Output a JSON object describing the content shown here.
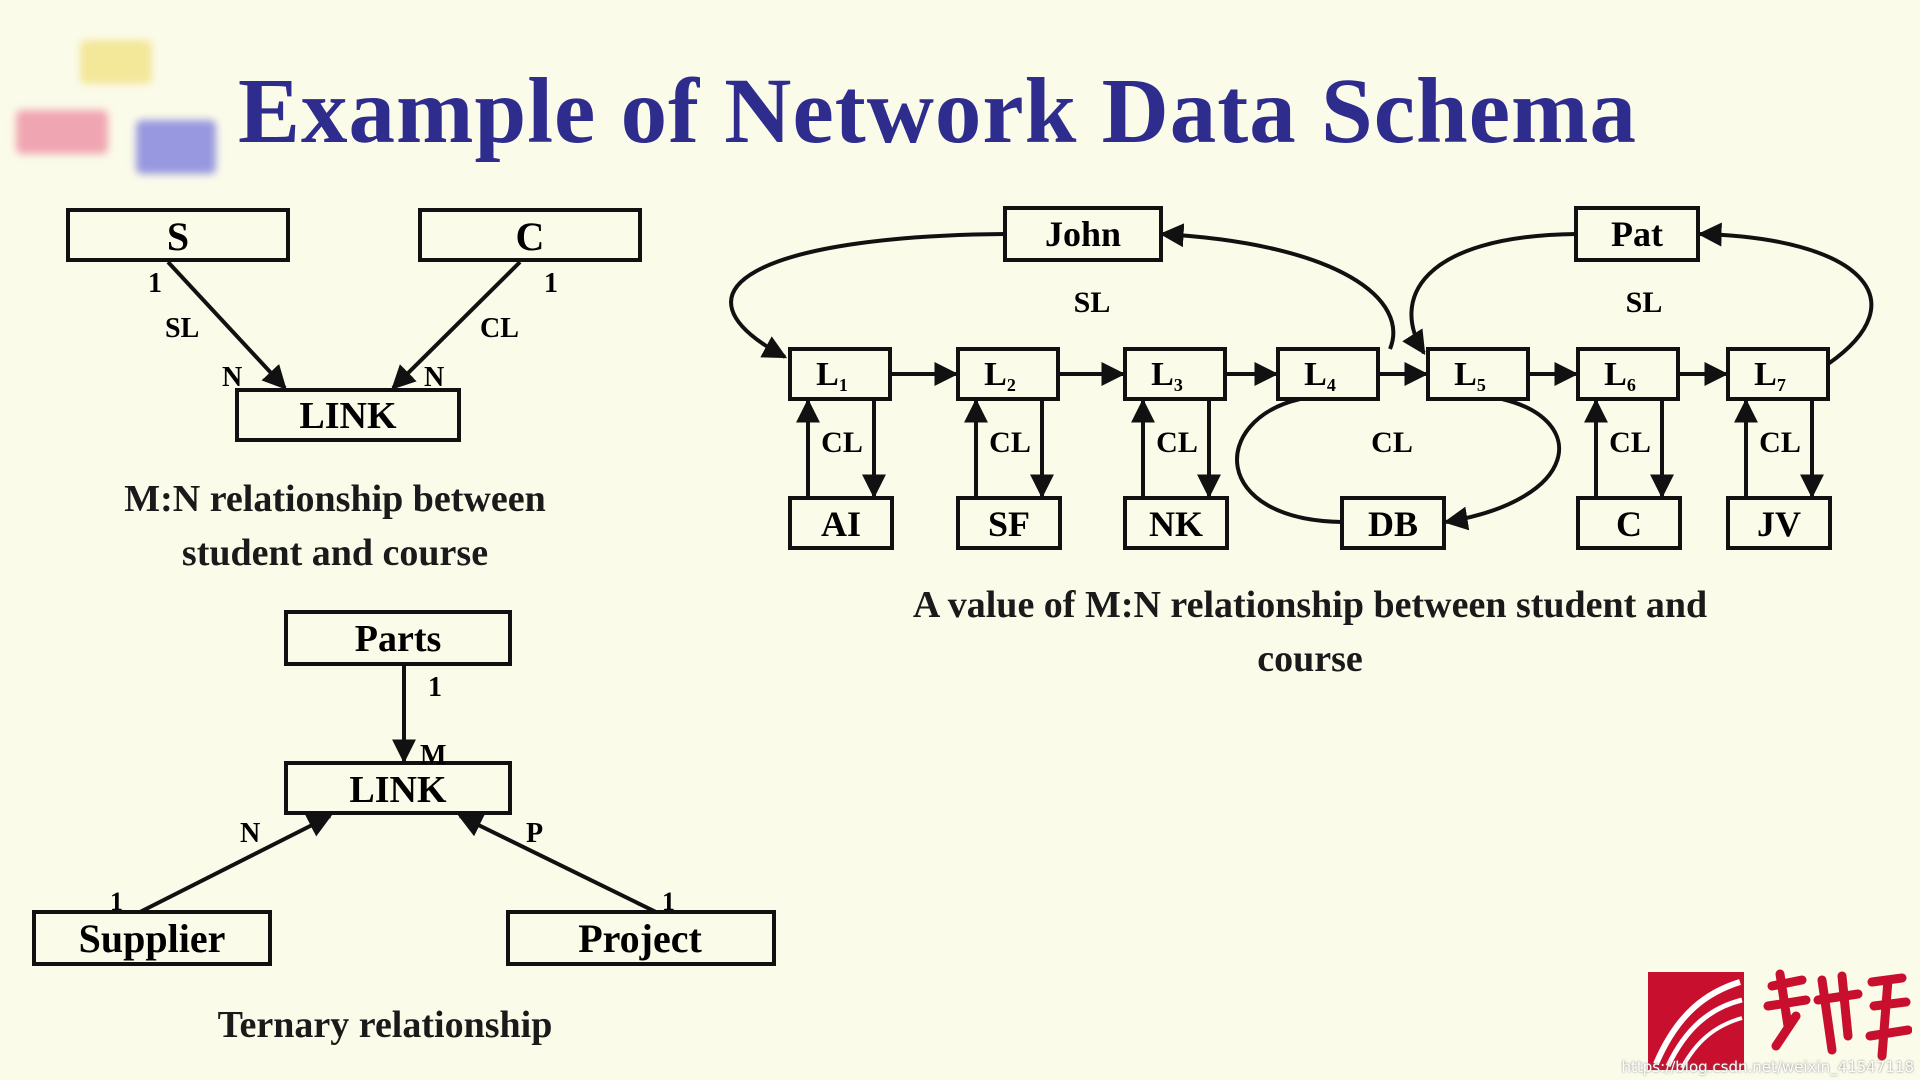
{
  "slide": {
    "title": "Example of Network Data Schema",
    "colors": {
      "title": "#2e2c8c",
      "background": "#fbfbea",
      "ink": "#111111"
    }
  },
  "schema1": {
    "boxes": {
      "s": "S",
      "c": "C",
      "link": "LINK"
    },
    "edge_labels": {
      "sl": "SL",
      "cl": "CL"
    },
    "cardinalities": {
      "s_side": "1",
      "c_side": "1",
      "link_from_s": "N",
      "link_from_c": "N"
    },
    "caption_line1": "M:N relationship between",
    "caption_line2": "student and course"
  },
  "schema2": {
    "boxes": {
      "parts": "Parts",
      "link": "LINK",
      "supplier": "Supplier",
      "project": "Project"
    },
    "cardinalities": {
      "parts_side": "1",
      "link_from_parts": "M",
      "link_from_supplier": "N",
      "link_from_project": "P",
      "supplier_side": "1",
      "project_side": "1"
    },
    "caption": "Ternary relationship"
  },
  "instance": {
    "students": [
      "John",
      "Pat"
    ],
    "links": [
      "L",
      "L",
      "L",
      "L",
      "L",
      "L",
      "L"
    ],
    "link_subscripts": [
      "1",
      "2",
      "3",
      "4",
      "5",
      "6",
      "7"
    ],
    "courses": [
      "AI",
      "SF",
      "NK",
      "DB",
      "C",
      "JV"
    ],
    "edge_labels": {
      "sl": "SL",
      "cl": "CL"
    },
    "caption_line1": "A value of M:N relationship between student and",
    "caption_line2": "course"
  },
  "watermark": "https://blog.csdn.net/weixin_41547118"
}
